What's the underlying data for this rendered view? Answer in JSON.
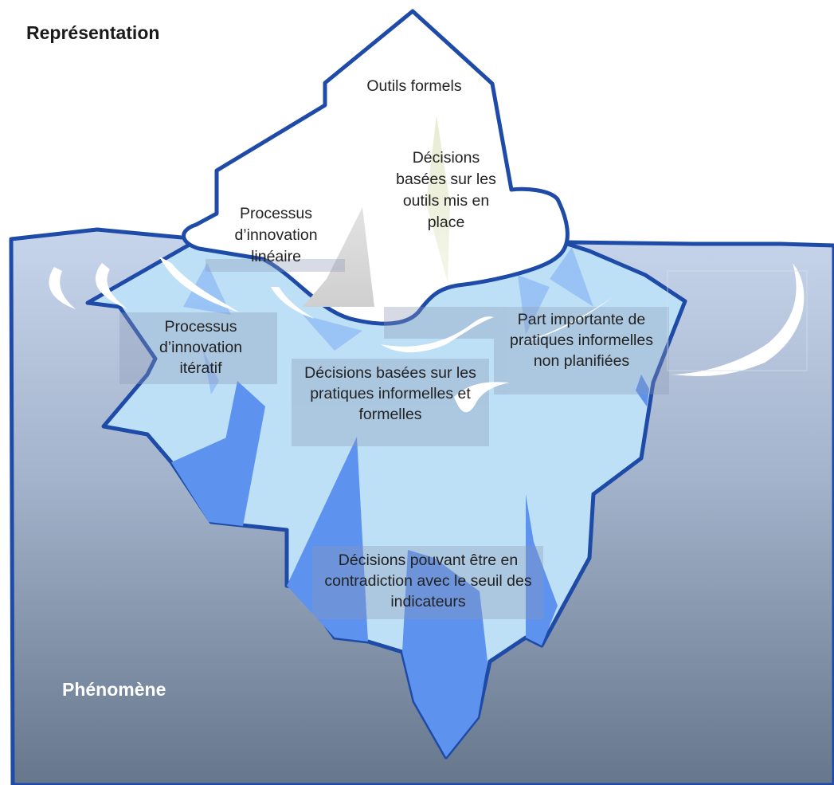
{
  "headings": {
    "top": "Représentation",
    "bottom": "Phénomène"
  },
  "labels": {
    "outils_formels": "Outils formels",
    "decisions_outils": "Décisions basées sur les outils mis en place",
    "processus_lineaire": "Processus d’innovation linéaire",
    "processus_iteratif": "Processus d’innovation itératif",
    "decisions_pratiques": "Décisions basées sur les pratiques informelles et formelles",
    "part_importante": "Part importante de pratiques informelles non planifiées",
    "decisions_contradiction": "Décisions pouvant être en contradiction avec le seuil des indicateurs"
  },
  "colors": {
    "water_top": "#c5d3ea",
    "water_bottom": "#6b7a8e",
    "outline": "#1e4aa8",
    "ice_under": "#bde0f7",
    "ice_shard": "#5d93ef",
    "ice_above": "#ffffff",
    "heading_dark": "#1a1a1a",
    "heading_light": "#ffffff"
  }
}
